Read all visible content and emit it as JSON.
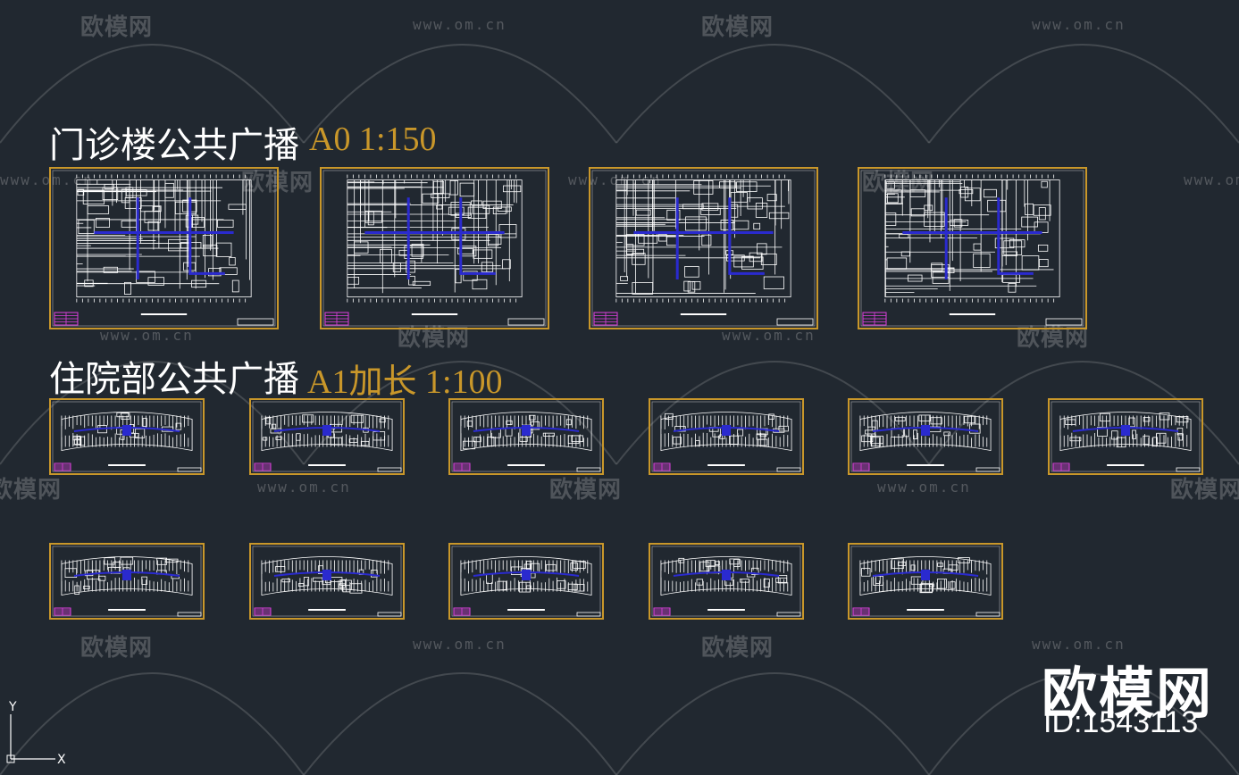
{
  "watermarks": {
    "brand_text": "欧模网",
    "url_text": "www.om.cn"
  },
  "sections": [
    {
      "title": "门诊楼公共广播",
      "scale": "A0 1:150"
    },
    {
      "title": "住院部公共广播",
      "scale": "A1加长 1:100"
    }
  ],
  "brand": {
    "logo_text": "欧模网",
    "id_text": "ID:1543113"
  },
  "ucs": {
    "y_label": "Y",
    "x_label": "X"
  },
  "colors": {
    "background": "#212830",
    "frame": "#c9972a",
    "line": "#ffffff",
    "wiring": "#2a2acf",
    "title_block": "#e040e0"
  }
}
